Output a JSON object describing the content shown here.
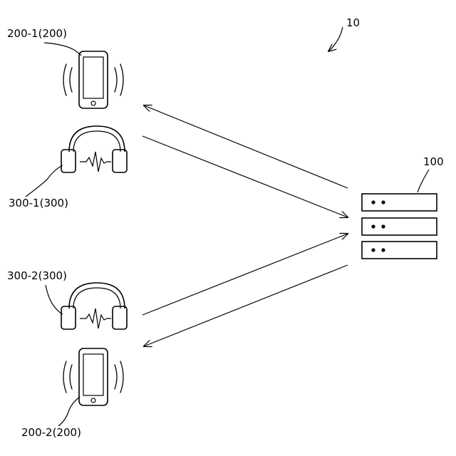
{
  "labels": {
    "system": "10",
    "server": "100",
    "phone_1": "200-1(200)",
    "headphones_1": "300-1(300)",
    "headphones_2": "300-2(300)",
    "phone_2": "200-2(200)"
  },
  "colors": {
    "line": "#000000",
    "background": "#ffffff"
  },
  "icons": [
    "smartphone-icon",
    "headphones-icon",
    "server-icon",
    "arrow-icon"
  ]
}
